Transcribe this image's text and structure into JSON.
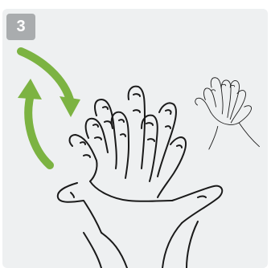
{
  "step": {
    "number": "3"
  },
  "colors": {
    "card_background": "#eef0f1",
    "badge_background": "#a9acae",
    "arrow_green": "#7cb342",
    "outline": "#1a1a1a"
  },
  "icons": {
    "rotate_arrows": "rotating-arrows-icon",
    "main_hands": "interlaced-hands-illustration",
    "small_hands": "small-interlaced-hands-illustration"
  }
}
